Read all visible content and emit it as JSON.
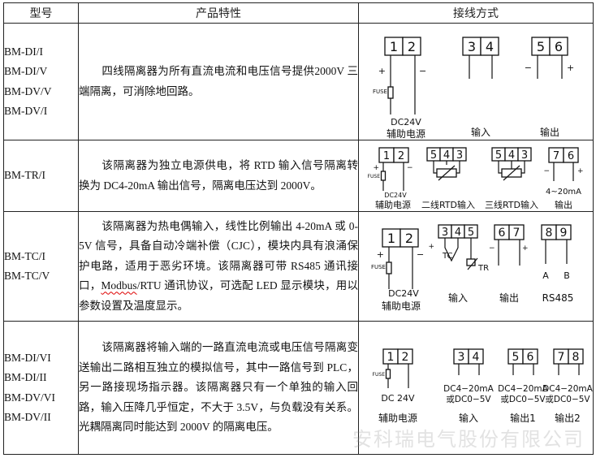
{
  "header": {
    "col_model": "型号",
    "col_features": "产品特性",
    "col_wiring": "接线方式"
  },
  "rows": [
    {
      "models": [
        "BM-DI/I",
        "BM-DI/V",
        "BM-DV/V",
        "BM-DV/I"
      ],
      "features": "四线隔离器为所有直流电流和电压信号提供2000V 三端隔离，可消除地回路。",
      "wiring": {
        "power": {
          "terminals": [
            "1",
            "2"
          ],
          "fuse": "FUSE",
          "voltage": "DC24V",
          "label": "辅助电源",
          "plus": "+",
          "minus": "−"
        },
        "input": {
          "terminals": [
            "3",
            "4"
          ],
          "label": "输入"
        },
        "output": {
          "terminals": [
            "5",
            "6"
          ],
          "label": "输出",
          "minus": "−",
          "plus": "+"
        }
      }
    },
    {
      "models": [
        "BM-TR/I"
      ],
      "features": "该隔离器为独立电源供电，将 RTD 输入信号隔离转换为 DC4-20mA 输出信号，隔离电压达到 2000V。",
      "wiring": {
        "power": {
          "terminals": [
            "1",
            "2"
          ],
          "fuse": "FUSE",
          "voltage": "DC24V",
          "label": "辅助电源",
          "plus": "+",
          "minus": "−"
        },
        "rtd2": {
          "terminals": [
            "5",
            "4",
            "3"
          ],
          "label": "二线RTD输入"
        },
        "rtd3": {
          "terminals": [
            "5",
            "4",
            "3"
          ],
          "label": "三线RTD输入"
        },
        "output": {
          "terminals": [
            "7",
            "6"
          ],
          "range": "4~20mA",
          "label": "输出",
          "minus": "−",
          "plus": "+"
        }
      }
    },
    {
      "models": [
        "BM-TC/I",
        "BM-TC/V"
      ],
      "features_before": "该隔离器为热电偶输入，线性比例输出 4-20mA 或 0-5V 信号，具备自动冷端补偿（CJC），模块内具有浪涌保护电路，适用于恶劣环境。该隔离器可带 RS485 通讯接口，",
      "features_flag": "Modbus",
      "features_after": "/RTU 通讯协议，可选配 LED 显示模块，用以参数设置及温度显示。",
      "wiring": {
        "power": {
          "terminals": [
            "1",
            "2"
          ],
          "fuse": "FUSE",
          "voltage": "DC24V",
          "label": "辅助电源",
          "plus": "+",
          "minus": "−"
        },
        "input": {
          "terminals": [
            "3",
            "4",
            "5"
          ],
          "tc": "TC",
          "tr": "TR",
          "label": "输入"
        },
        "output": {
          "terminals": [
            "6",
            "7"
          ],
          "label": "输出"
        },
        "rs485": {
          "terminals": [
            "8",
            "9"
          ],
          "a": "A",
          "b": "B",
          "label": "RS485"
        }
      }
    },
    {
      "models": [
        "BM-DI/VI",
        "BM-DI/II",
        "BM-DV/VI",
        "BM-DV/II"
      ],
      "features": "该隔离器将输入端的一路直流电流或电压信号隔离变送输出二路相互独立的模拟信号，其中一路信号到 PLC，另一路接现场指示器。该隔离器只有一个单独的输入回路，输入压降几乎恒定，不大于 3.5V，与负载没有关系。光耦隔离同时能达到 2000V 的隔离电压。",
      "wiring": {
        "power": {
          "terminals": [
            "1",
            "2"
          ],
          "fuse": "FUSE",
          "voltage": "DC 24V",
          "label": "辅助电源"
        },
        "input": {
          "terminals": [
            "3",
            "4"
          ],
          "line1": "DC4−20mA",
          "line2": "或DC0−5V",
          "label": "输入"
        },
        "output1": {
          "terminals": [
            "5",
            "6"
          ],
          "line1": "DC4−20mA",
          "line2": "或DC0−5V",
          "label": "输出1"
        },
        "output2": {
          "terminals": [
            "7",
            "8"
          ],
          "line1": "DC4−20mA",
          "line2": "或DC0−5V",
          "label": "输出2"
        }
      }
    }
  ],
  "watermark": "安科瑞电气股份有限公司"
}
